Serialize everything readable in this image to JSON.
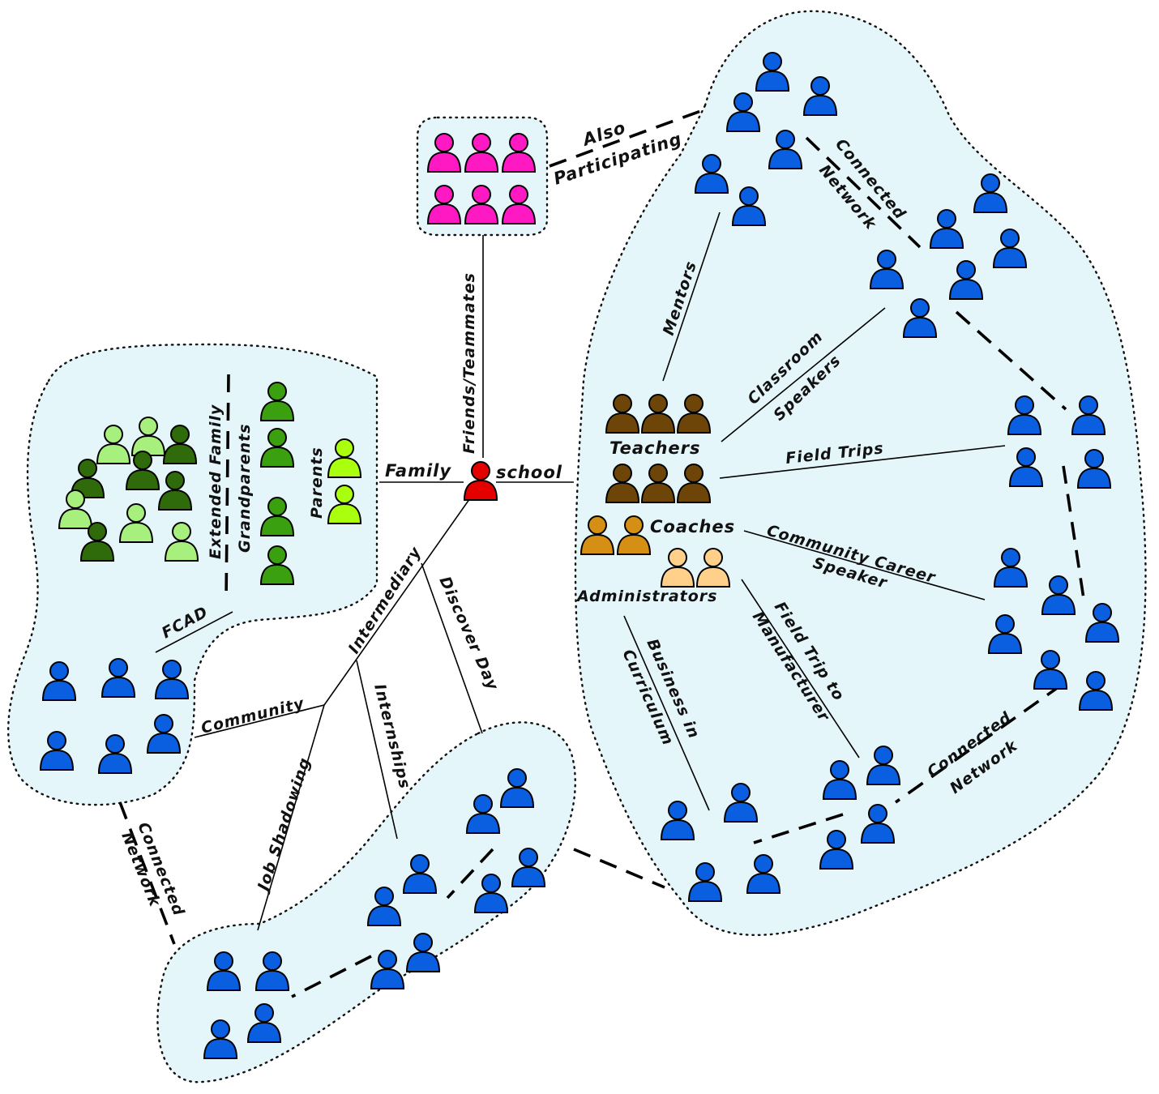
{
  "labels": {
    "school": "school",
    "family": "Family",
    "friends_teammates": "Friends/Teammates",
    "also": "Also",
    "participating": "Participating",
    "connected": "Connected",
    "network": "Network",
    "mentors": "Mentors",
    "classroom": "Classroom",
    "speakers": "Speakers",
    "teachers": "Teachers",
    "field_trips": "Field Trips",
    "coaches": "Coaches",
    "administrators": "Administrators",
    "community_career": "Community Career",
    "speaker": "Speaker",
    "business_in": "Business in",
    "curriculum": "Curriculum",
    "field_trip_to": "Field Trip to",
    "manufacturer": "Manufacturer",
    "extended_family": "Extended Family",
    "grandparents": "Grandparents",
    "parents": "Parents",
    "fcad": "FCAD",
    "intermediary": "Intermediary",
    "discover_day": "Discover Day",
    "community": "Community",
    "internships": "Internships",
    "job_shadowing": "Job Shadowing"
  },
  "colors": {
    "center": "#e50000",
    "friends": "#ff19c3",
    "network_people": "#0a5ee0",
    "teachers": "#6e4508",
    "coaches": "#d48f14",
    "administrators": "#ffd08a",
    "extended_family_dark": "#2f6b0a",
    "extended_family_light": "#a8f07e",
    "grandparents": "#3aa010",
    "parents": "#aaff0e",
    "region_fill": "#e4f6fa"
  },
  "icons": {
    "person": "person-icon"
  }
}
